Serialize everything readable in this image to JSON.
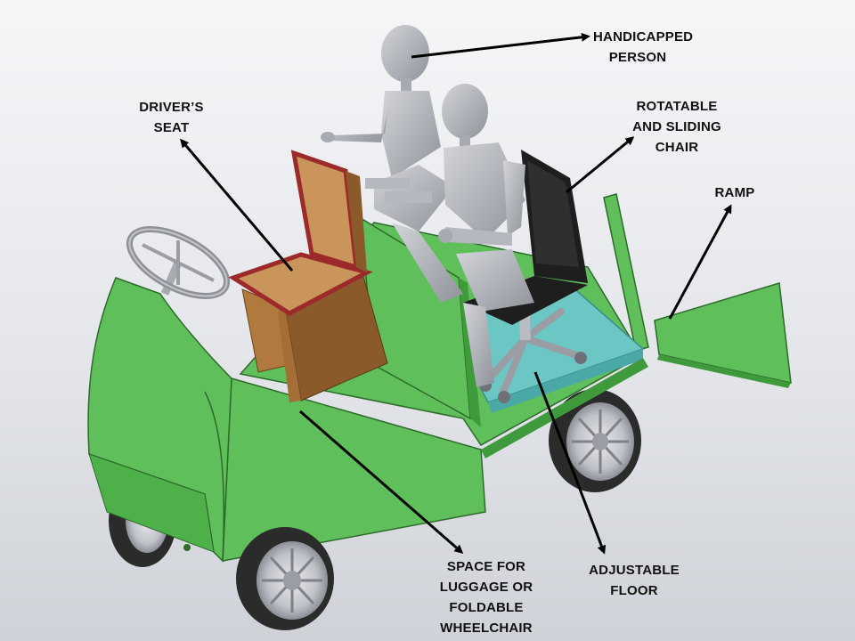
{
  "labels": {
    "handicapped_person": {
      "line1": "HANDICAPPED",
      "line2": "PERSON"
    },
    "drivers_seat": {
      "line1": "DRIVER’S",
      "line2": "SEAT"
    },
    "rotatable_chair": {
      "line1": "ROTATABLE",
      "line2": "AND SLIDING",
      "line3": "CHAIR"
    },
    "ramp": {
      "line1": "RAMP"
    },
    "space_for_luggage": {
      "line1": "SPACE FOR",
      "line2": "LUGGAGE OR",
      "line3": "FOLDABLE",
      "line4": "WHEELCHAIR"
    },
    "adjustable_floor": {
      "line1": "ADJUSTABLE",
      "line2": "FLOOR"
    }
  },
  "colors": {
    "body_green": "#5fbf5a",
    "body_green_dark": "#3f9a3c",
    "floor_cyan": "#6cc6c4",
    "seat_wood": "#c9955a",
    "seat_red": "#9c2a2a",
    "mannequin": "#b5b8bf",
    "chair_black": "#1e1e1e",
    "tire": "#2b2b2b",
    "arrow": "#000000"
  }
}
